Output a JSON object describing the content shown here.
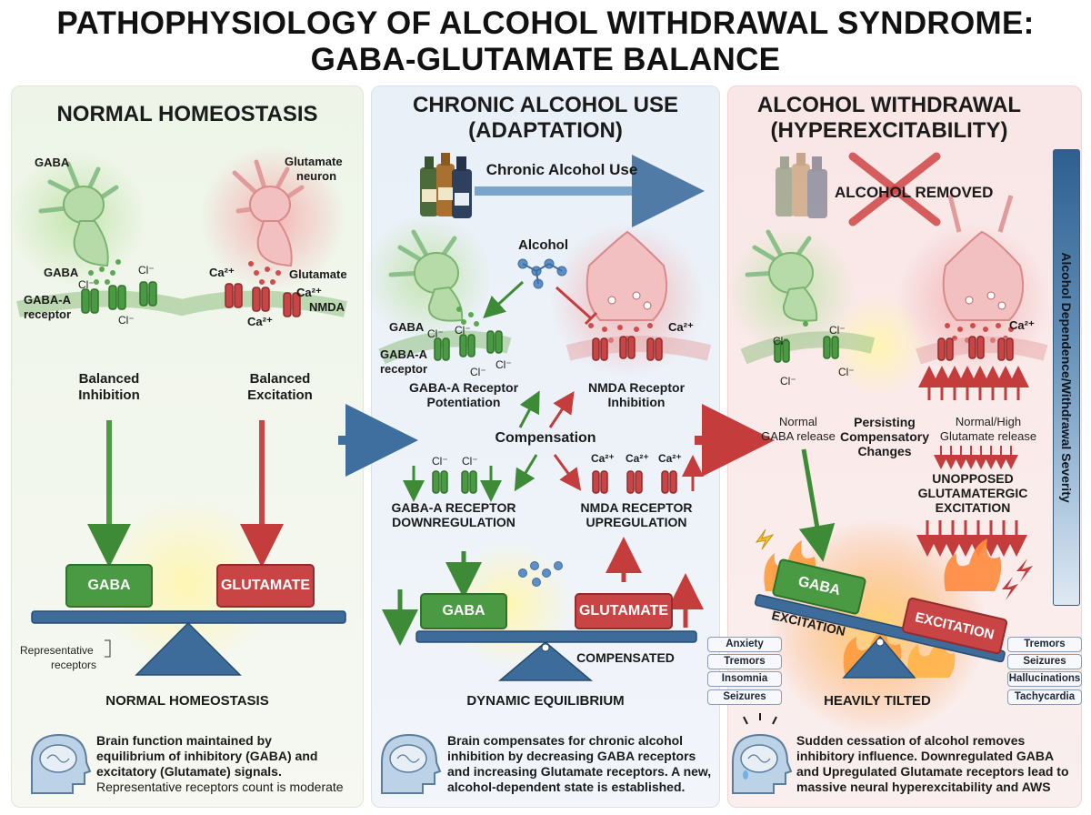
{
  "title": {
    "line1": "PATHOPHYSIOLOGY OF ALCOHOL WITHDRAWAL SYNDROME:",
    "line2": "GABA-GLUTAMATE BALANCE"
  },
  "panel1": {
    "heading": "NORMAL HOMEOSTASIS",
    "gaba_neuron_label": "GABA",
    "glutamate_neuron_label_1": "Glutamate",
    "glutamate_neuron_label_2": "neuron",
    "gaba_label": "GABA",
    "gaba_a_receptor_1": "GABA-A",
    "gaba_a_receptor_2": "receptor",
    "cl": "Cl⁻",
    "ca": "Ca²⁺",
    "glutamate_label": "Glutamate",
    "nmda_label": "NMDA",
    "balanced_inhibition_1": "Balanced",
    "balanced_inhibition_2": "Inhibition",
    "balanced_excitation_1": "Balanced",
    "balanced_excitation_2": "Excitation",
    "gaba_box": "GABA",
    "glutamate_box": "GLUTAMATE",
    "representative_1": "Representative",
    "representative_2": "receptors",
    "caption": "NORMAL HOMEOSTASIS",
    "desc_1": "Brain function maintained by",
    "desc_2": "equilibrium of inhibitory (GABA) and",
    "desc_3": "excitatory (Glutamate) signals.",
    "desc_4": "Representative receptors count is moderate"
  },
  "panel2": {
    "heading_1": "CHRONIC ALCOHOL USE",
    "heading_2": "(ADAPTATION)",
    "chronic_label": "Chronic Alcohol Use",
    "alcohol_label": "Alcohol",
    "gaba_label": "GABA",
    "gaba_a_receptor_1": "GABA-A",
    "gaba_a_receptor_2": "receptor",
    "cl": "Cl⁻",
    "ca": "Ca²⁺",
    "potentiation_1": "GABA-A Receptor",
    "potentiation_2": "Potentiation",
    "inhibition_1": "NMDA Receptor",
    "inhibition_2": "Inhibition",
    "compensation": "Compensation",
    "downreg_1": "GABA-A RECEPTOR",
    "downreg_2": "DOWNREGULATION",
    "upreg_1": "NMDA RECEPTOR",
    "upreg_2": "UPREGULATION",
    "gaba_box": "GABA",
    "glutamate_box": "GLUTAMATE",
    "compensated": "COMPENSATED",
    "caption": "DYNAMIC EQUILIBRIUM",
    "desc_1": "Brain compensates for chronic alcohol",
    "desc_2": "inhibition by decreasing GABA receptors",
    "desc_3": "and increasing Glutamate receptors. A new,",
    "desc_4": "alcohol-dependent state is established."
  },
  "panel3": {
    "heading_1": "ALCOHOL WITHDRAWAL",
    "heading_2": "(HYPEREXCITABILITY)",
    "removed": "ALCOHOL REMOVED",
    "cl": "Cl⁻",
    "ca": "Ca²⁺",
    "normal_gaba_1": "Normal",
    "normal_gaba_2": "GABA release",
    "persisting_1": "Persisting",
    "persisting_2": "Compensatory",
    "persisting_3": "Changes",
    "normal_high_1": "Normal/High",
    "normal_high_2": "Glutamate release",
    "unopposed_1": "UNOPPOSED",
    "unopposed_2": "GLUTAMATERGIC",
    "unopposed_3": "EXCITATION",
    "gaba_box": "GABA",
    "excitation_box": "EXCITATION",
    "excitation_label": "EXCITATION",
    "caption": "HEAVILY TILTED",
    "symptoms_left": [
      "Anxiety",
      "Tremors",
      "Insomnia",
      "Seizures"
    ],
    "symptoms_right": [
      "Tremors",
      "Seizures",
      "Hallucinations",
      "Tachycardia"
    ],
    "desc_1": "Sudden cessation of alcohol removes",
    "desc_2": "inhibitory influence. Downregulated GABA",
    "desc_3": "and Upregulated Glutamate receptors lead to",
    "desc_4": "massive neural hyperexcitability and AWS"
  },
  "sidebar": {
    "label": "Alcohol Dependence/Withdrawal Severity"
  },
  "colors": {
    "gaba_green": "#4a9a43",
    "glutamate_red": "#c94545",
    "seesaw_blue": "#3d6c9a",
    "arrow_blue": "#3f6f9e"
  }
}
